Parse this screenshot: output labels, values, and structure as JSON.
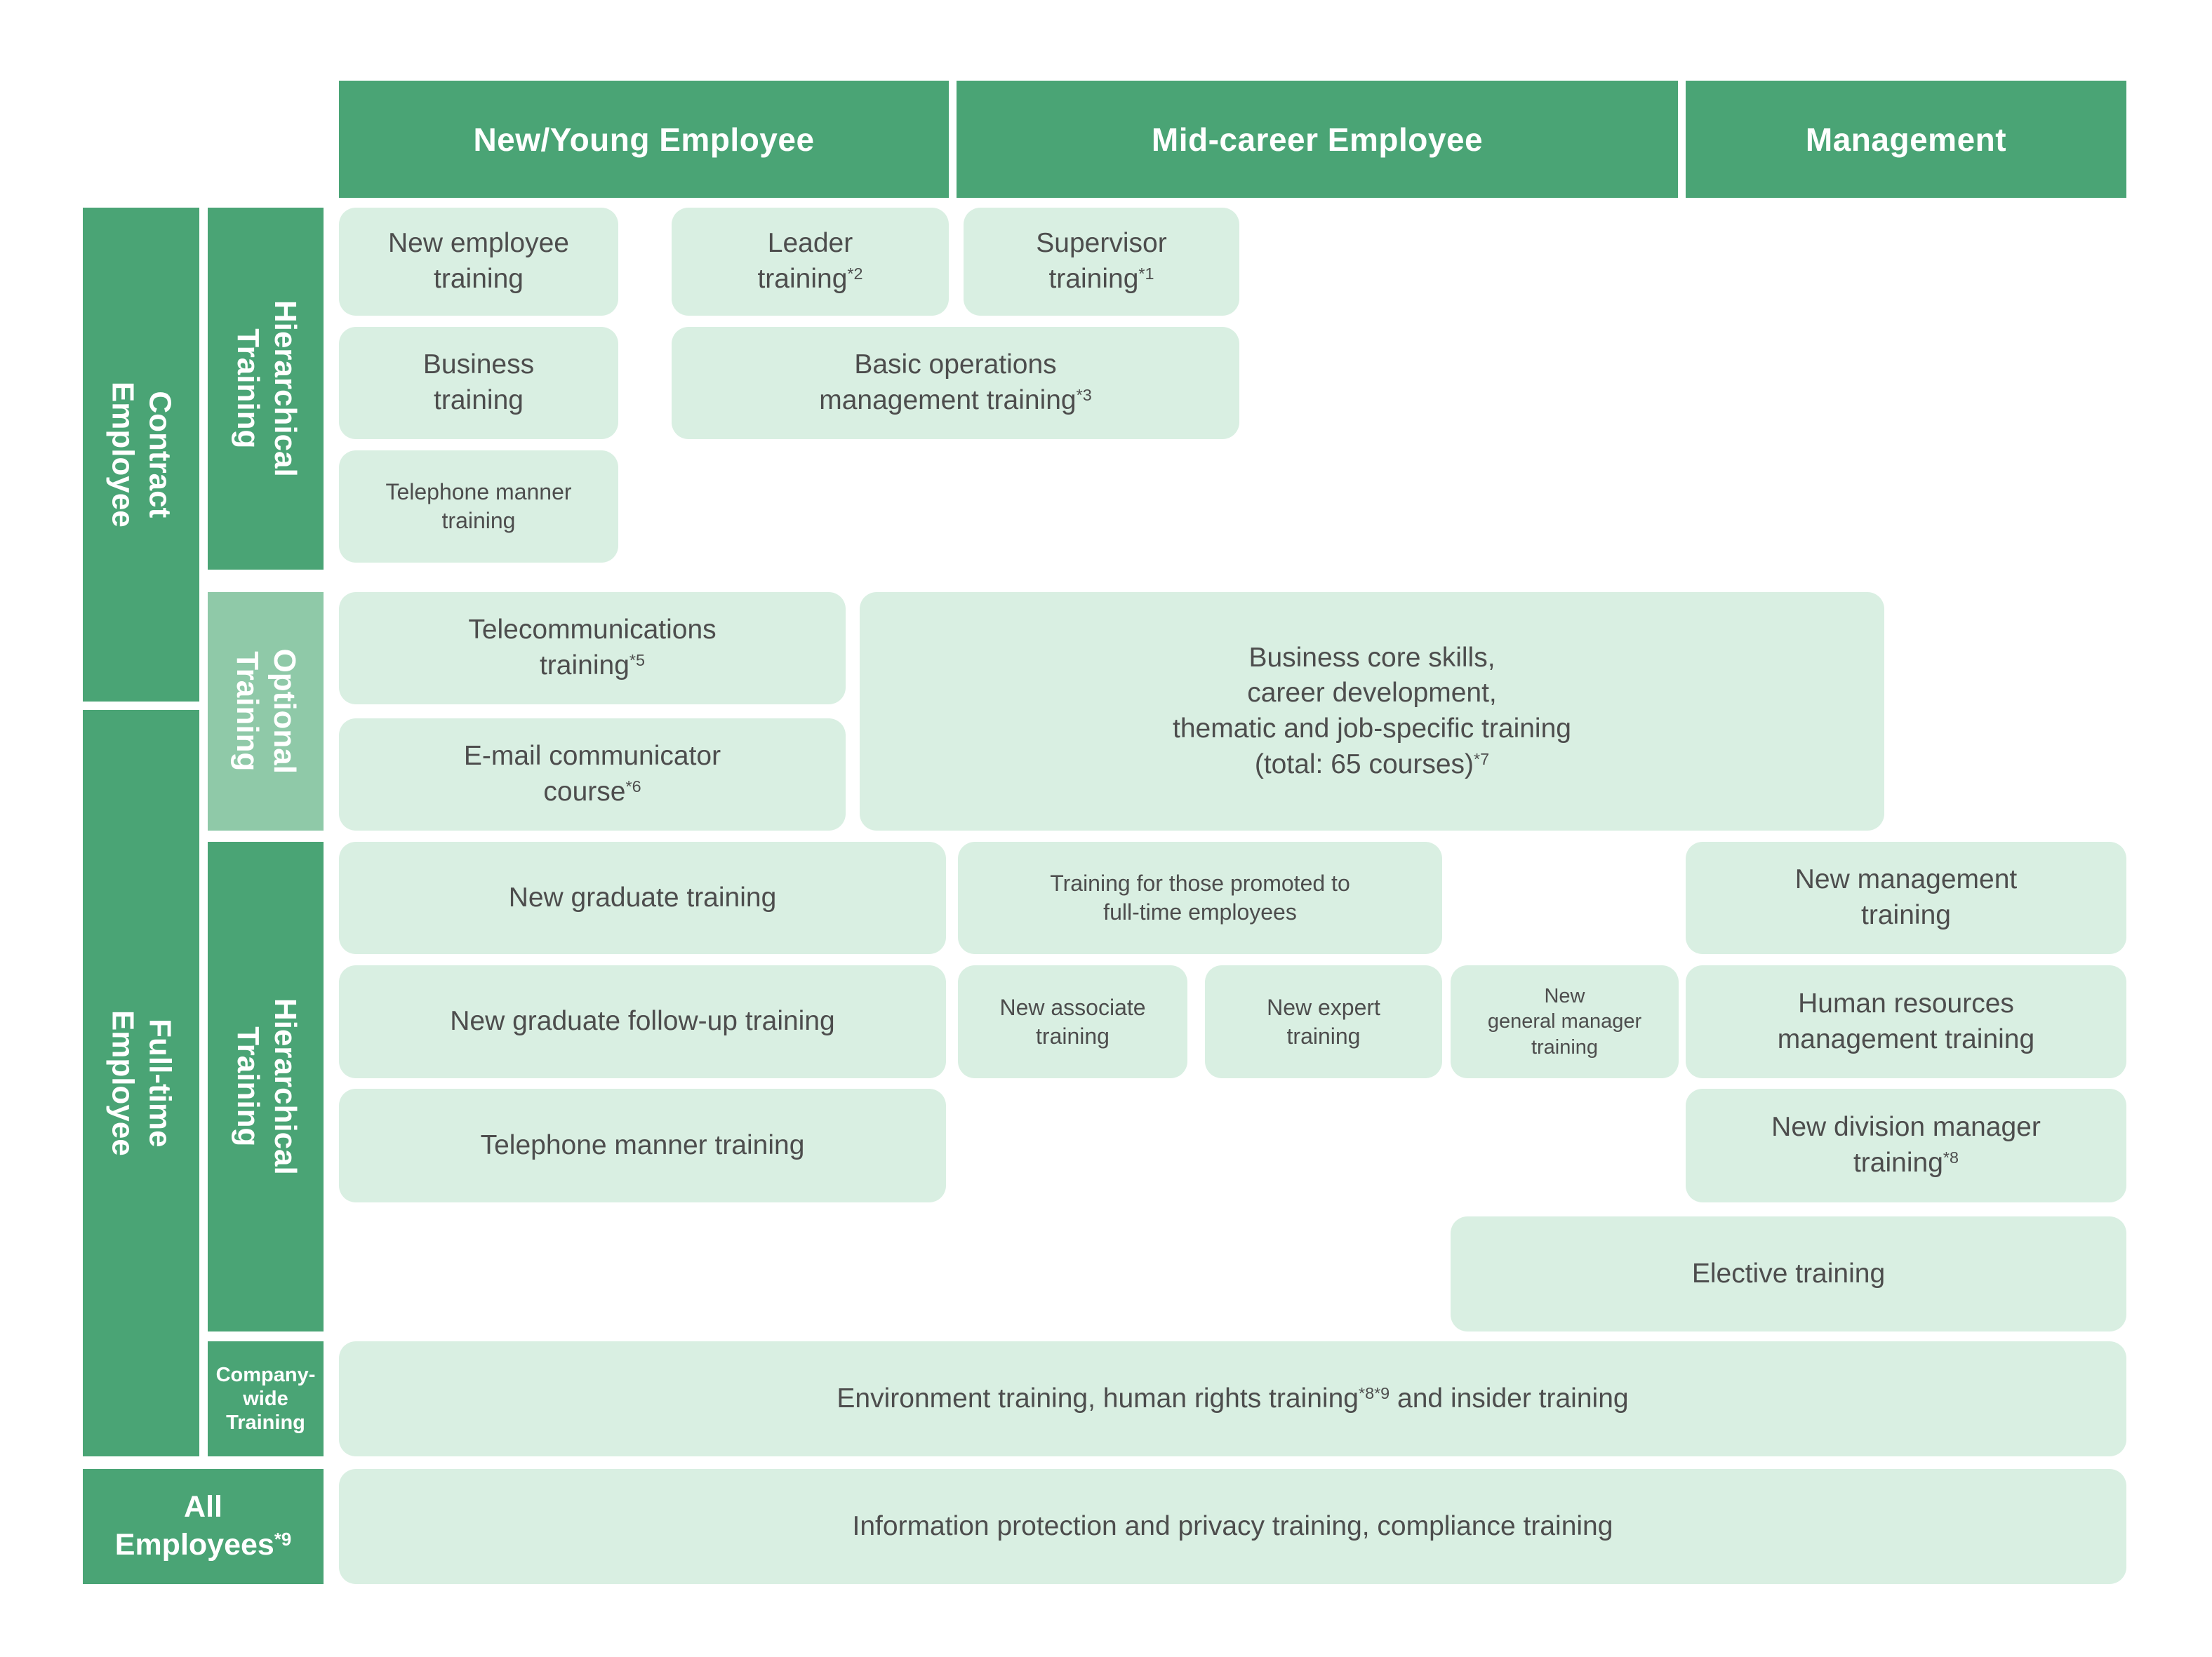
{
  "palette": {
    "dark_green": "#4aa475",
    "soft_green": "#8fc9a8",
    "cell_green": "#d9efe2",
    "text_dark": "#4d4d4d",
    "text_white": "#ffffff"
  },
  "headers": {
    "new_young": "New/Young Employee",
    "mid_career": "Mid-career Employee",
    "management": "Management"
  },
  "side": {
    "contract": {
      "l1": "Contract",
      "l2": "Employee"
    },
    "fulltime": {
      "l1": "Full-time",
      "l2": "Employee"
    },
    "hier_contract": {
      "l1": "Hierarchical",
      "l2": "Training"
    },
    "hier_fulltime": {
      "l1": "Hierarchical",
      "l2": "Training"
    },
    "optional": {
      "l1": "Optional",
      "l2": "Training"
    },
    "companywide": {
      "l1": "Company-",
      "l2": "wide",
      "l3": "Training"
    },
    "all_employees": {
      "l1": "All",
      "l2": "Employees",
      "l2sup": "*9"
    }
  },
  "cells": {
    "new_employee": {
      "l1": "New employee",
      "l2": "training"
    },
    "leader": {
      "l1": "Leader",
      "l2": "training",
      "l2sup": "*2"
    },
    "supervisor": {
      "l1": "Supervisor",
      "l2": "training",
      "l2sup": "*1"
    },
    "business": {
      "l1": "Business",
      "l2": "training"
    },
    "basic_ops": {
      "l1": "Basic operations",
      "l2": "management training",
      "l2sup": "*3"
    },
    "tel_manner_contract": {
      "l1": "Telephone manner",
      "l2": "training"
    },
    "telecom": {
      "l1": "Telecommunications",
      "l2": "training",
      "l2sup": "*5"
    },
    "email": {
      "l1": "E-mail communicator",
      "l2": "course",
      "l2sup": "*6"
    },
    "core_skills": {
      "l1": "Business core skills,",
      "l2": "career development,",
      "l3": "thematic and job-specific training",
      "l4": "(total: 65 courses)",
      "l4sup": "*7"
    },
    "new_graduate": {
      "l1": "New graduate training"
    },
    "promoted": {
      "l1": "Training for those promoted to",
      "l2": "full-time employees"
    },
    "new_mgmt": {
      "l1": "New management",
      "l2": "training"
    },
    "grad_followup": {
      "l1": "New graduate follow-up training"
    },
    "new_associate": {
      "l1": "New associate",
      "l2": "training"
    },
    "new_expert": {
      "l1": "New expert",
      "l2": "training"
    },
    "new_gm": {
      "l1": "New",
      "l2": "general manager",
      "l3": "training"
    },
    "hr_mgmt": {
      "l1": "Human resources",
      "l2": "management training"
    },
    "tel_manner_ft": {
      "l1": "Telephone manner training"
    },
    "new_div_mgr": {
      "l1": "New division manager",
      "l2": "training",
      "l2sup": "*8"
    },
    "elective": {
      "l1": "Elective training"
    },
    "environment": {
      "p1": "Environment training, human rights training",
      "sup": "*8*9",
      "p2": " and insider training"
    },
    "info": {
      "l1": "Information protection and privacy training, compliance training"
    }
  }
}
